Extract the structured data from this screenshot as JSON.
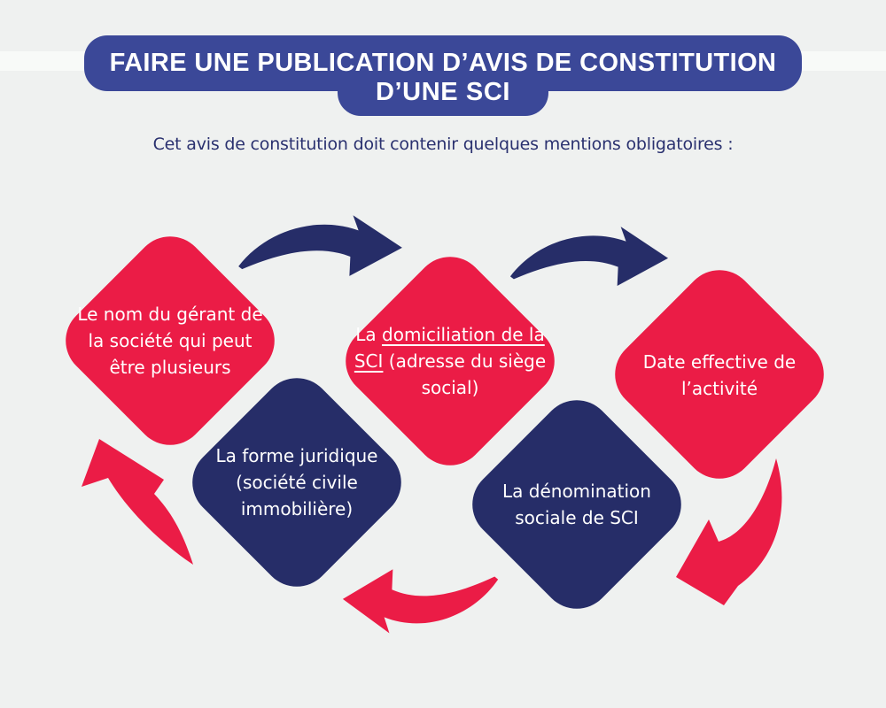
{
  "palette": {
    "background": "#EFF1F0",
    "stripe": "#FBFCFB",
    "banner_blue": "#3B4898",
    "navy": "#262D68",
    "red": "#EB1C46",
    "text_navy": "#2A316F",
    "text_white": "#FFFFFF"
  },
  "banner": {
    "title_line1": "FAIRE UNE PUBLICATION D’AVIS DE CONSTITUTION",
    "title_line2": "D’UNE SCI"
  },
  "subtitle": "Cet avis de constitution doit contenir quelques mentions obligatoires :",
  "diamonds": {
    "gerant": {
      "color": "red",
      "text": "Le nom du gérant de la société qui peut être plusieurs"
    },
    "domiciliation": {
      "color": "red",
      "prefix": "La ",
      "underlined": "domiciliation de la SCI",
      "suffix": " (adresse du siège social)"
    },
    "date": {
      "color": "red",
      "text": "Date effective de l’activité"
    },
    "forme": {
      "color": "navy",
      "text": "La forme juridique (société civile immobilière)"
    },
    "denomination": {
      "color": "navy",
      "text": "La dénomination sociale de SCI"
    }
  },
  "icons": {
    "arrow_top_left": "curved-arrow-right",
    "arrow_top_right": "curved-arrow-right",
    "arrow_bottom_right": "curved-arrow-down-left",
    "arrow_bottom_center": "curved-arrow-left",
    "arrow_bottom_left": "curved-arrow-up"
  }
}
